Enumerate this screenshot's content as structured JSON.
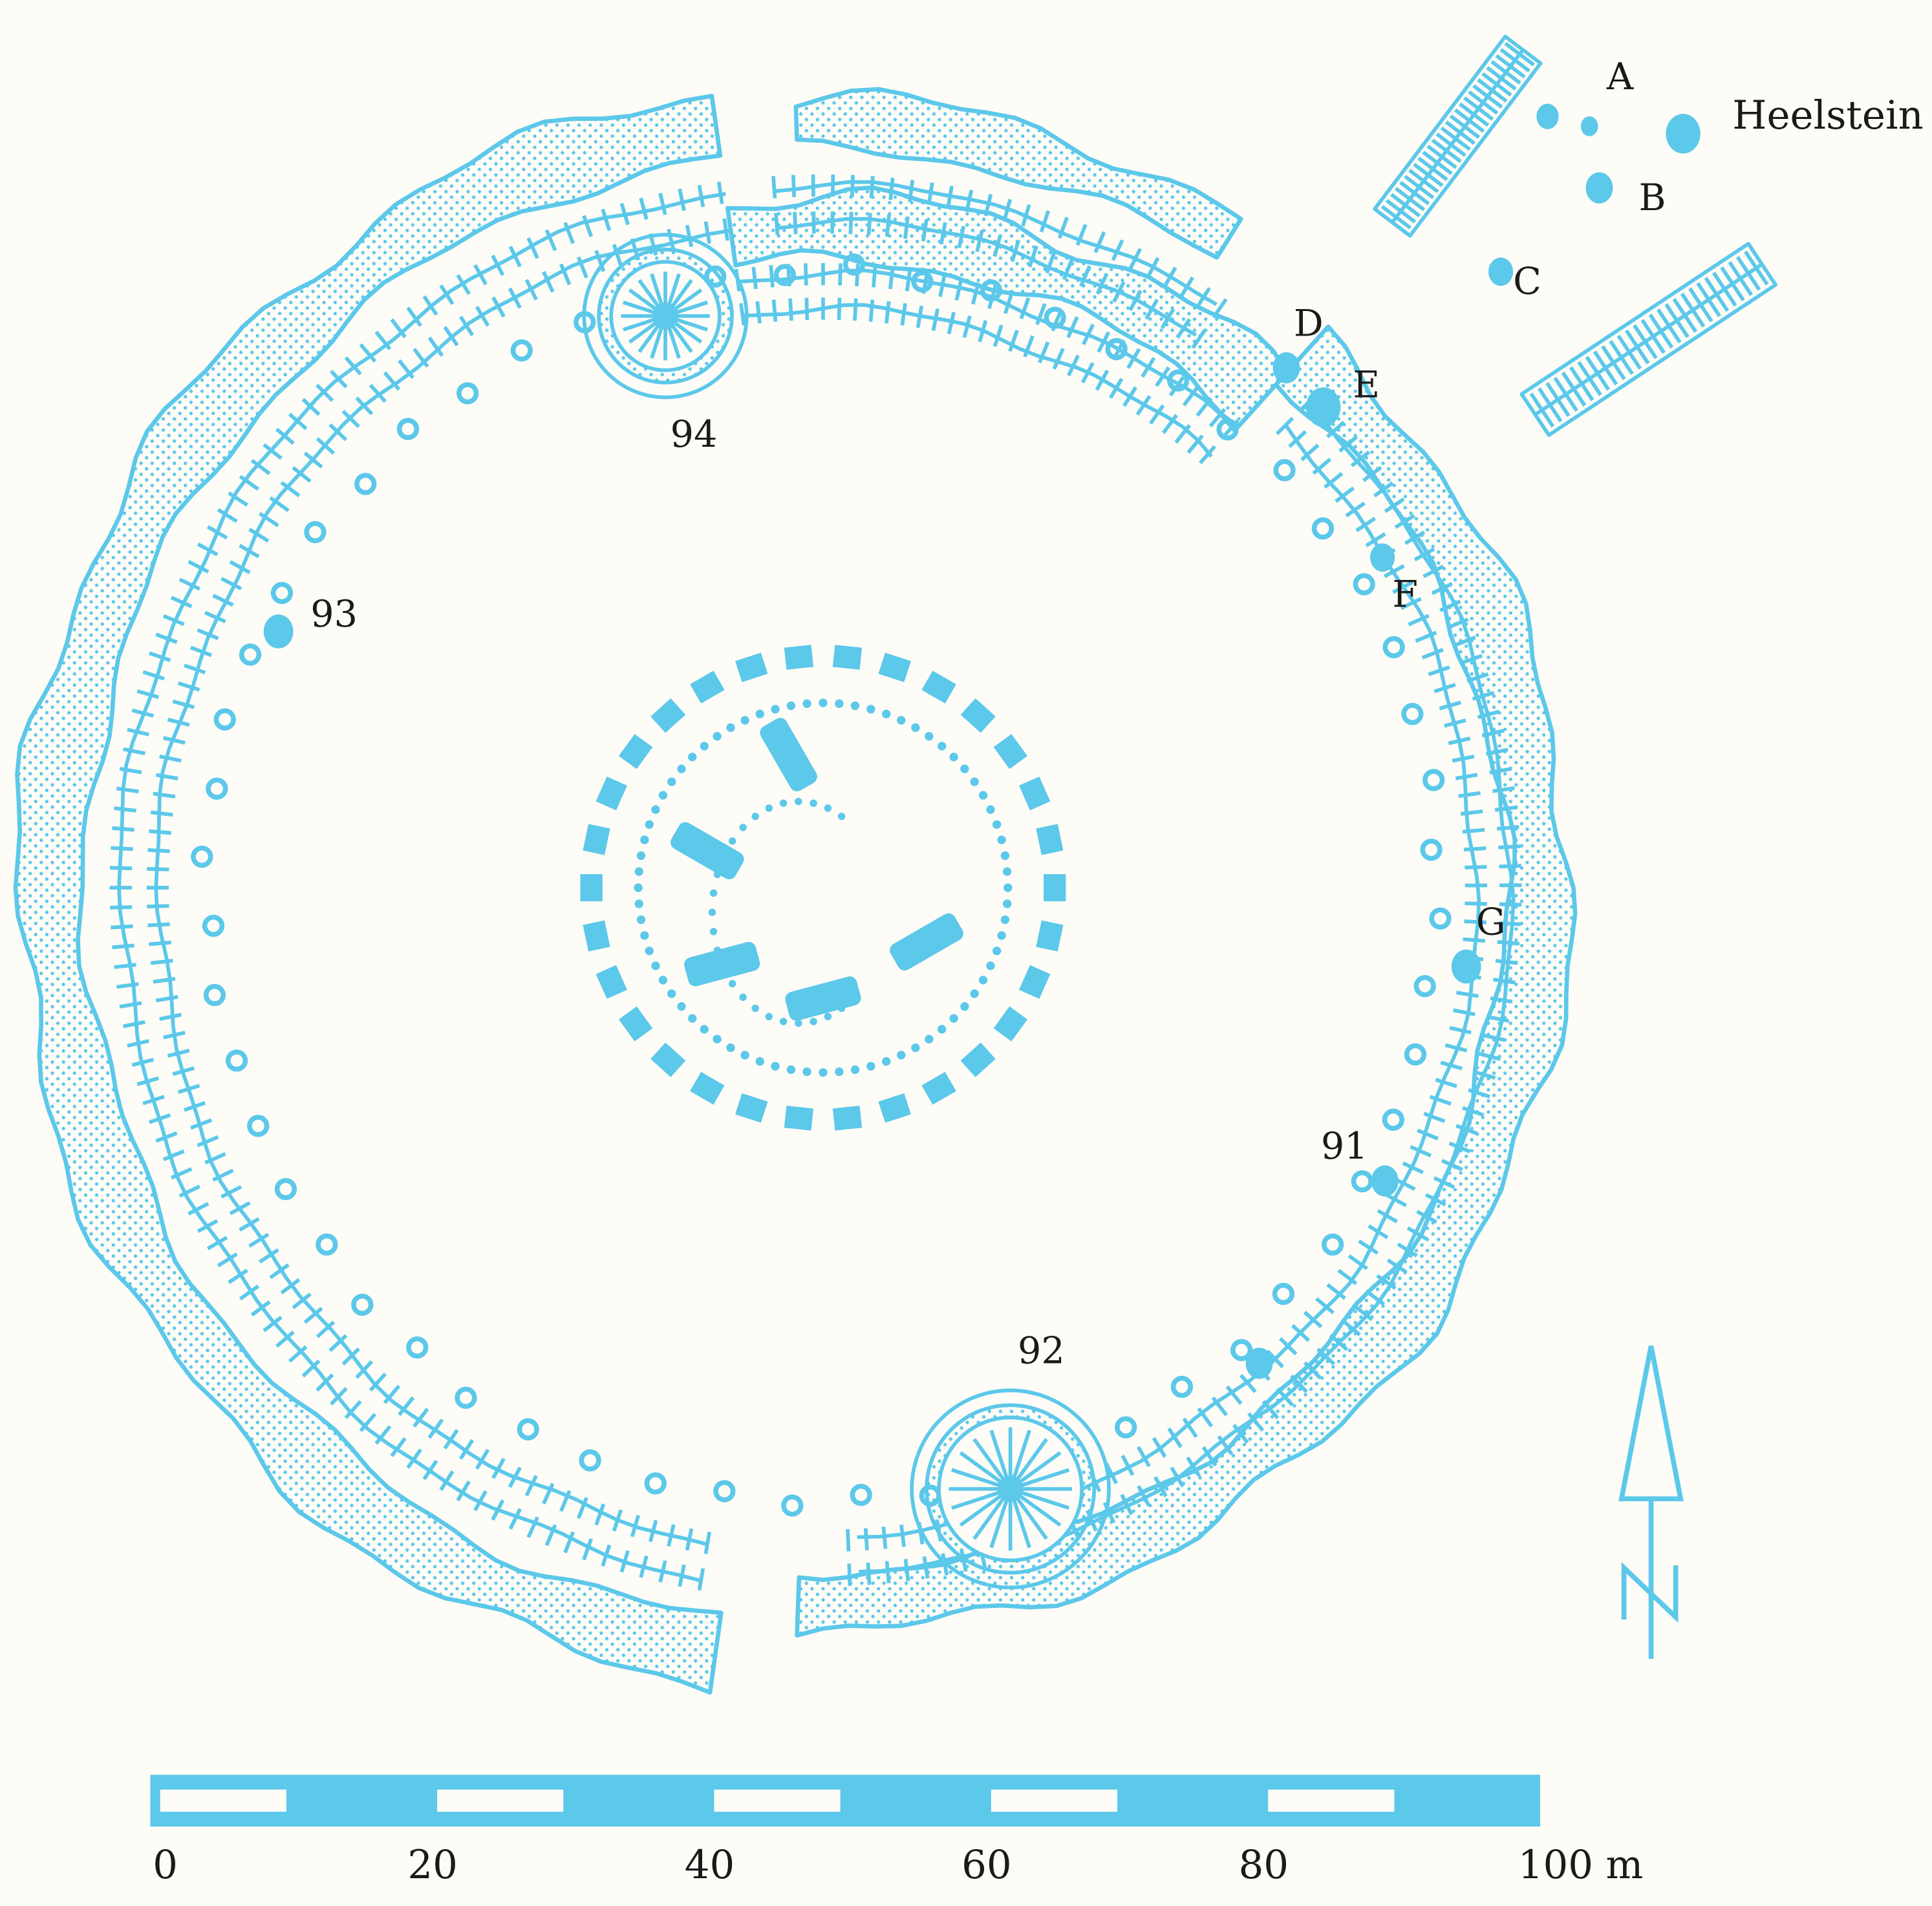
{
  "colors": {
    "ink": "#5cc8ea",
    "ink_dark": "#3fb8e2",
    "text": "#1a1a1a",
    "paper": "#fdfcf7"
  },
  "labels": {
    "A": "A",
    "B": "B",
    "C": "C",
    "D": "D",
    "E": "E",
    "F": "F",
    "G": "G",
    "heelstein": "Heelstein",
    "n91": "91",
    "n92": "92",
    "n93": "93",
    "n94": "94"
  },
  "north_arrow": {
    "letter": "N",
    "icon": "north-arrow-icon"
  },
  "scale": {
    "ticks": [
      "0",
      "20",
      "40",
      "60",
      "80",
      "100 m"
    ]
  }
}
